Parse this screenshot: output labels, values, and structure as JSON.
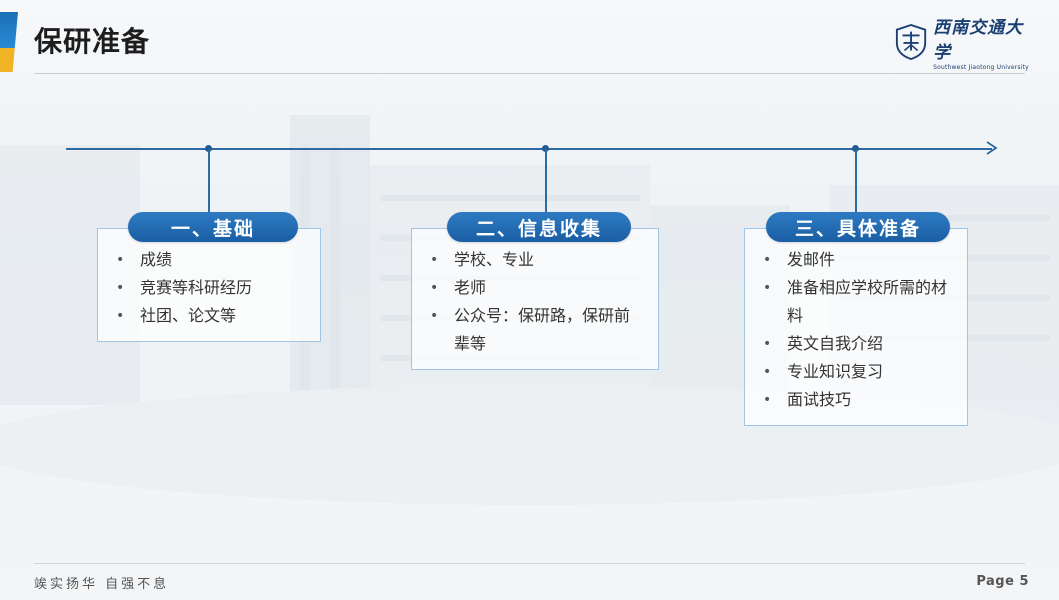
{
  "header": {
    "title": "保研准备",
    "logo": {
      "name_cn": "西南交通大学",
      "name_en": "Southwest Jiaotong University",
      "icon": "university-emblem-icon"
    }
  },
  "sections": [
    {
      "heading": "一、基础",
      "items": [
        "成绩",
        "竞赛等科研经历",
        "社团、论文等"
      ]
    },
    {
      "heading": "二、信息收集",
      "items": [
        "学校、专业",
        "老师",
        "公众号：保研路，保研前辈等"
      ]
    },
    {
      "heading": "三、具体准备",
      "items": [
        "发邮件",
        "准备相应学校所需的材料",
        "英文自我介绍",
        "专业知识复习",
        "面试技巧"
      ]
    }
  ],
  "footer": {
    "motto": "竢实扬华 自强不息",
    "page": "Page 5"
  },
  "colors": {
    "accent_blue": "#1a5ea3",
    "accent_gold": "#f0b323",
    "card_border": "#9fc6e6"
  }
}
